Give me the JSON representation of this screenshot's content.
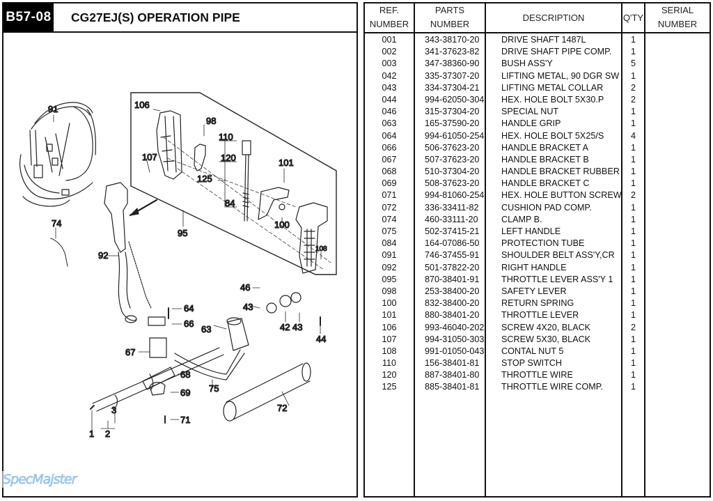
{
  "header": {
    "page_code": "B57-08",
    "title": "CG27EJ(S)  OPERATION PIPE"
  },
  "table": {
    "columns": {
      "ref": [
        "REF.",
        "NUMBER"
      ],
      "parts": [
        "PARTS",
        "NUMBER"
      ],
      "description": "DESCRIPTION",
      "qty": "Q'TY",
      "serial": [
        "SERIAL",
        "NUMBER"
      ]
    },
    "rows": [
      {
        "ref": "001",
        "part": "343-38170-20",
        "desc": "DRIVE SHAFT 1487L",
        "qty": "1",
        "serial": ""
      },
      {
        "ref": "002",
        "part": "341-37623-82",
        "desc": "DRIVE SHAFT PIPE COMP.",
        "qty": "1",
        "serial": ""
      },
      {
        "ref": "003",
        "part": "347-38360-90",
        "desc": "BUSH ASS'Y",
        "qty": "5",
        "serial": ""
      },
      {
        "ref": "042",
        "part": "335-37307-20",
        "desc": "LIFTING METAL, 90 DGR SW",
        "qty": "1",
        "serial": ""
      },
      {
        "ref": "043",
        "part": "334-37304-21",
        "desc": "LIFTING METAL COLLAR",
        "qty": "2",
        "serial": ""
      },
      {
        "ref": "044",
        "part": "994-62050-304",
        "desc": "HEX. HOLE BOLT 5X30.P",
        "qty": "2",
        "serial": ""
      },
      {
        "ref": "046",
        "part": "315-37304-20",
        "desc": "SPECIAL NUT",
        "qty": "1",
        "serial": ""
      },
      {
        "ref": "063",
        "part": "165-37590-20",
        "desc": "HANDLE GRIP",
        "qty": "1",
        "serial": ""
      },
      {
        "ref": "064",
        "part": "994-61050-254",
        "desc": "HEX. HOLE BOLT 5X25/S",
        "qty": "4",
        "serial": ""
      },
      {
        "ref": "066",
        "part": "506-37623-20",
        "desc": "HANDLE BRACKET A",
        "qty": "1",
        "serial": ""
      },
      {
        "ref": "067",
        "part": "507-37623-20",
        "desc": "HANDLE BRACKET B",
        "qty": "1",
        "serial": ""
      },
      {
        "ref": "068",
        "part": "510-37304-20",
        "desc": "HANDLE BRACKET RUBBER",
        "qty": "1",
        "serial": ""
      },
      {
        "ref": "069",
        "part": "508-37623-20",
        "desc": "HANDLE BRACKET C",
        "qty": "1",
        "serial": ""
      },
      {
        "ref": "071",
        "part": "994-81060-254",
        "desc": "HEX. HOLE BUTTON SCREW",
        "qty": "2",
        "serial": ""
      },
      {
        "ref": "072",
        "part": "336-33411-82",
        "desc": "CUSHION PAD COMP.",
        "qty": "1",
        "serial": ""
      },
      {
        "ref": "074",
        "part": "460-33111-20",
        "desc": "CLAMP B.",
        "qty": "1",
        "serial": ""
      },
      {
        "ref": "075",
        "part": "502-37415-21",
        "desc": "LEFT HANDLE",
        "qty": "1",
        "serial": ""
      },
      {
        "ref": "084",
        "part": "164-07086-50",
        "desc": "PROTECTION TUBE",
        "qty": "1",
        "serial": ""
      },
      {
        "ref": "091",
        "part": "746-37455-91",
        "desc": "SHOULDER BELT ASS'Y,CR",
        "qty": "1",
        "serial": ""
      },
      {
        "ref": "092",
        "part": "501-37822-20",
        "desc": "RIGHT HANDLE",
        "qty": "1",
        "serial": ""
      },
      {
        "ref": "095",
        "part": "870-38401-91",
        "desc": "THROTTLE LEVER ASS'Y 1",
        "qty": "1",
        "serial": ""
      },
      {
        "ref": "098",
        "part": "253-38400-20",
        "desc": "SAFETY LEVER",
        "qty": "1",
        "serial": ""
      },
      {
        "ref": "100",
        "part": "832-38400-20",
        "desc": "RETURN SPRING",
        "qty": "1",
        "serial": ""
      },
      {
        "ref": "101",
        "part": "880-38401-20",
        "desc": "THROTTLE LEVER",
        "qty": "1",
        "serial": ""
      },
      {
        "ref": "106",
        "part": "993-46040-202",
        "desc": "SCREW 4X20, BLACK",
        "qty": "2",
        "serial": ""
      },
      {
        "ref": "107",
        "part": "994-31050-303",
        "desc": "SCREW 5X30, BLACK",
        "qty": "1",
        "serial": ""
      },
      {
        "ref": "108",
        "part": "991-01050-043",
        "desc": "CONTAL NUT 5",
        "qty": "1",
        "serial": ""
      },
      {
        "ref": "110",
        "part": "156-38401-81",
        "desc": "STOP SWITCH",
        "qty": "1",
        "serial": ""
      },
      {
        "ref": "120",
        "part": "887-38401-80",
        "desc": "THROTTLE WIRE",
        "qty": "1",
        "serial": ""
      },
      {
        "ref": "125",
        "part": "885-38401-81",
        "desc": "THROTTLE WIRE COMP.",
        "qty": "1",
        "serial": ""
      }
    ]
  },
  "diagram": {
    "callouts": [
      "91",
      "106",
      "98",
      "110",
      "107",
      "120",
      "101",
      "125",
      "84",
      "100",
      "95",
      "108",
      "74",
      "92",
      "46",
      "43",
      "64",
      "66",
      "42",
      "43",
      "44",
      "63",
      "67",
      "68",
      "75",
      "69",
      "3",
      "72",
      "71",
      "1",
      "2"
    ]
  },
  "watermark": "SpecMajster"
}
